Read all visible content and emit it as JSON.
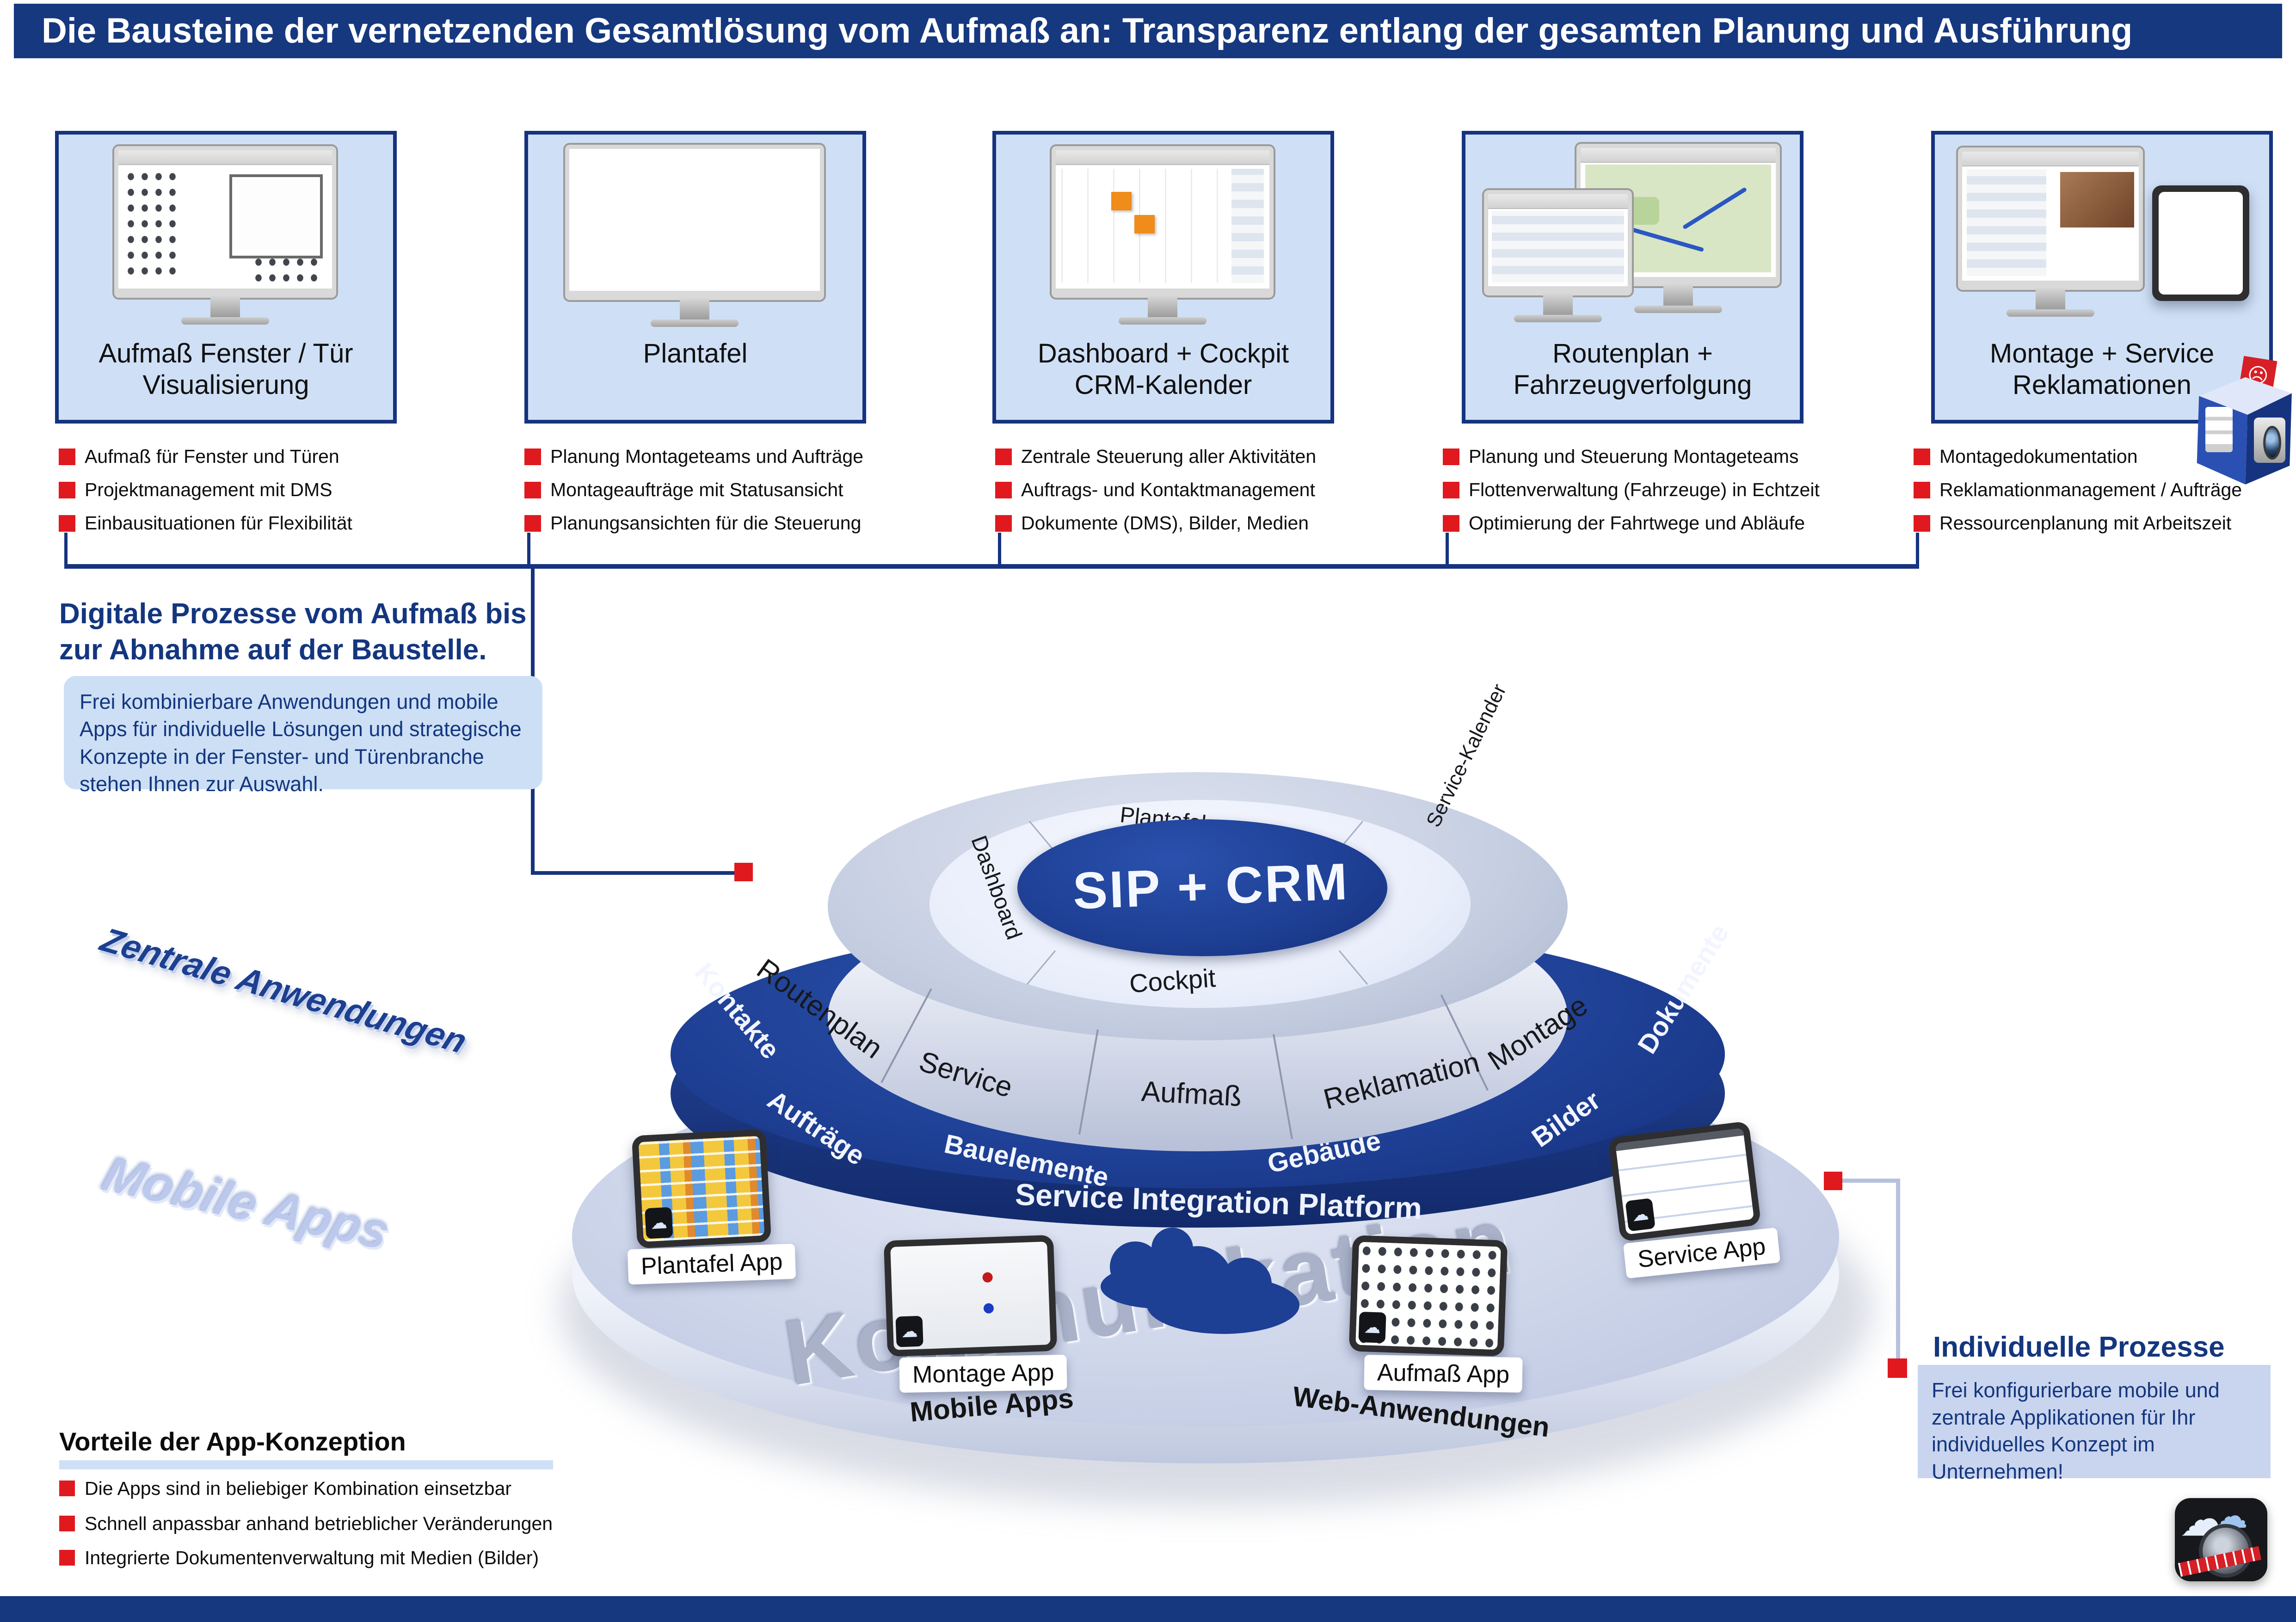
{
  "header": {
    "title": "Die Bausteine der vernetzenden Gesamtlösung vom Aufmaß an: Transparenz entlang der gesamten Planung und Ausführung"
  },
  "modules": [
    {
      "title": "Aufmaß Fenster / Tür Visualisierung",
      "bullets": [
        "Aufmaß für Fenster und Türen",
        "Projektmanagement mit DMS",
        "Einbausituationen für Flexibilität"
      ]
    },
    {
      "title": "Plantafel",
      "bullets": [
        "Planung Montageteams und Aufträge",
        "Montageaufträge mit Statusansicht",
        "Planungsansichten für die Steuerung"
      ]
    },
    {
      "title": "Dashboard + Cockpit CRM-Kalender",
      "bullets": [
        "Zentrale Steuerung aller Aktivitäten",
        "Auftrags- und Kontaktmanagement",
        "Dokumente (DMS), Bilder, Medien"
      ]
    },
    {
      "title": "Routenplan + Fahrzeugverfolgung",
      "bullets": [
        "Planung und Steuerung Montageteams",
        "Flottenverwaltung (Fahrzeuge) in Echtzeit",
        "Optimierung der Fahrtwege und Abläufe"
      ]
    },
    {
      "title": "Montage + Service Reklamationen",
      "bullets": [
        "Montagedokumentation",
        "Reklamationmanagement / Aufträge",
        "Ressourcenplanung mit Arbeitszeit"
      ]
    }
  ],
  "left_panel": {
    "heading_line1": "Digitale Prozesse vom Aufmaß bis",
    "heading_line2": "zur Abnahme auf der Baustelle.",
    "info": "Frei kombinierbare Anwendungen und mobile Apps für individuelle Lösungen und strategische Konzepte in der Fenster- und Türenbranche stehen Ihnen zur Auswahl."
  },
  "labels": {
    "zentrale": "Zentrale Anwendungen",
    "mobile_side": "Mobile Apps",
    "kommunikation": "Kommunikation",
    "mobile_apps": "Mobile Apps",
    "web_apps": "Web-Anwendungen"
  },
  "disc": {
    "center": "SIP + CRM",
    "inner_ring": [
      "Plantafel",
      "Service-Kalender",
      "Cockpit",
      "Dashboard"
    ],
    "middle_ring": [
      "Routenplan",
      "Service",
      "Aufmaß",
      "Reklamation",
      "Montage"
    ],
    "outer_ring": [
      "Kontakte",
      "Aufträge",
      "Bauelemente",
      "Gebäude",
      "Bilder",
      "Dokumente"
    ],
    "platform": "Service Integration Platform"
  },
  "apps": [
    {
      "label": "Plantafel App"
    },
    {
      "label": "Montage App"
    },
    {
      "label": "Aufmaß App"
    },
    {
      "label": "Service App"
    }
  ],
  "benefits": {
    "title": "Vorteile der App-Konzeption",
    "bullets": [
      "Die Apps sind in beliebiger Kombination einsetzbar",
      "Schnell anpassbar anhand betrieblicher Veränderungen",
      "Integrierte Dokumentenverwaltung mit Medien (Bilder)"
    ]
  },
  "individual": {
    "heading": "Individuelle Prozesse",
    "info": "Frei konfigurierbare mobile und zentrale Applikationen für Ihr individuelles Konzept im Unternehmen!"
  },
  "icons": {
    "cloud": "cloud",
    "reklamation_cube": "complaint-box-with-camera",
    "measure_app": "cloud-measure-app"
  },
  "colors": {
    "primary_blue": "#16387f",
    "accent_red": "#e0191f",
    "light_blue": "#cfe0f6"
  }
}
